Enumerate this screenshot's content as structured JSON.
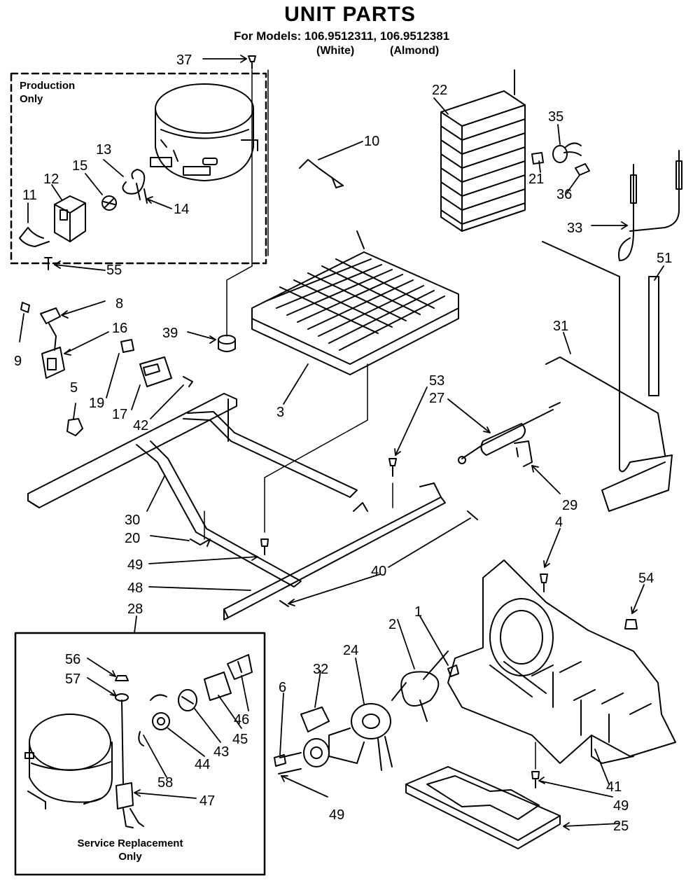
{
  "header": {
    "title": "UNIT PARTS",
    "models_line": "For Models: 106.9512311, 106.9512381",
    "color_white": "(White)",
    "color_almond": "(Almond)"
  },
  "boxes": {
    "production_line1": "Production",
    "production_line2": "Only",
    "service_line1": "Service Replacement",
    "service_line2": "Only"
  },
  "parts": {
    "p1": "1",
    "p2": "2",
    "p3": "3",
    "p4": "4",
    "p5": "5",
    "p6": "6",
    "p8": "8",
    "p9": "9",
    "p10": "10",
    "p11": "11",
    "p12": "12",
    "p13": "13",
    "p14": "14",
    "p15": "15",
    "p16": "16",
    "p17": "17",
    "p19": "19",
    "p20": "20",
    "p21": "21",
    "p22": "22",
    "p24": "24",
    "p25": "25",
    "p27": "27",
    "p28": "28",
    "p29": "29",
    "p30": "30",
    "p31": "31",
    "p32": "32",
    "p33": "33",
    "p35": "35",
    "p36": "36",
    "p37": "37",
    "p39": "39",
    "p40": "40",
    "p41": "41",
    "p42": "42",
    "p43": "43",
    "p44": "44",
    "p45": "45",
    "p46": "46",
    "p47": "47",
    "p48": "48",
    "p49": "49",
    "p51": "51",
    "p53": "53",
    "p54": "54",
    "p55": "55",
    "p56": "56",
    "p57": "57",
    "p58": "58"
  }
}
